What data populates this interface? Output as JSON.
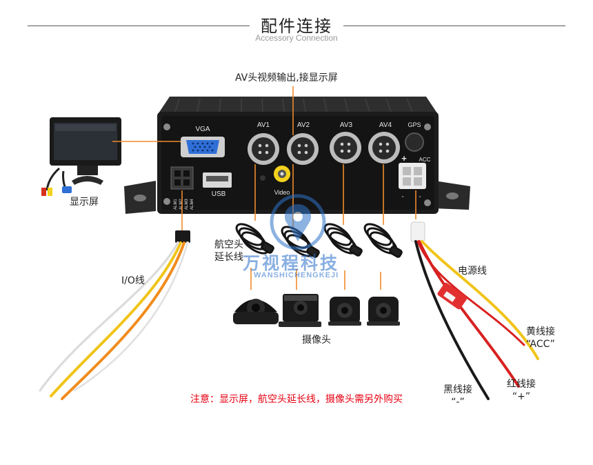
{
  "header": {
    "title": "配件连接",
    "subtitle": "Accessory Connection"
  },
  "device": {
    "ports": {
      "vga": "VGA",
      "usb": "USB",
      "video": "Video",
      "av1": "AV1",
      "av2": "AV2",
      "av3": "AV3",
      "av4": "AV4",
      "gps": "GPS",
      "acc": "ACC",
      "plus": "+",
      "minus_left": "-",
      "minus_right": "-"
    },
    "alarm_labels": [
      "ALM1",
      "ALM2",
      "ALM3",
      "ALM4"
    ]
  },
  "callouts": {
    "av_output": "AV头视频输出,接显示屏",
    "monitor": "显示屏",
    "io_cable": "I/O线",
    "extension_line1": "航空头",
    "extension_line2": "延长线",
    "camera": "摄像头",
    "power_cable": "电源线",
    "yellow_line1": "黄线接",
    "yellow_line2": "“ACC”",
    "red_line1": "红线接",
    "red_line2": "“+”",
    "black_line1": "黑线接",
    "black_line2": "“-”"
  },
  "watermark": {
    "name": "万视程科技",
    "latin": "WANSHICHENGKEJI"
  },
  "note": "注意：显示屏，航空头延长线，摄像头需另外购买",
  "colors": {
    "callout_line": "#f08a2a",
    "note_red": "#e60012",
    "device_body": "#1c1c1c",
    "vga_blue": "#2f6fd6",
    "video_yellow": "#f2d21c",
    "wire_red": "#d82020",
    "wire_yellow": "#f0c419",
    "wire_orange": "#f08c1e",
    "watermark_blue": "#2e74c8"
  }
}
